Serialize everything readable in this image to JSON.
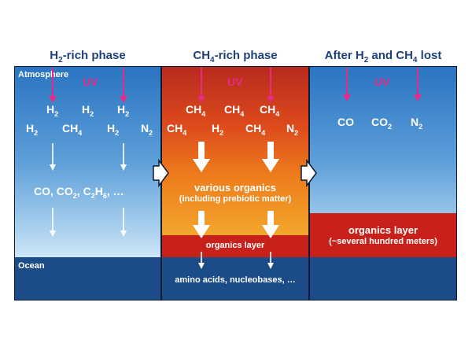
{
  "titles": {
    "phase1": [
      "H",
      "2",
      "-rich phase"
    ],
    "phase2": [
      "CH",
      "4",
      "-rich phase"
    ],
    "phase3": [
      "After H",
      "2",
      " and CH",
      "4",
      " lost"
    ]
  },
  "labels": {
    "atmosphere": "Atmosphere",
    "ocean": "Ocean",
    "uv": "UV"
  },
  "panel1": {
    "row1": [
      [
        "H",
        "2"
      ],
      [
        "H",
        "2"
      ],
      [
        "H",
        "2"
      ]
    ],
    "row2": [
      [
        "H",
        "2"
      ],
      [
        "CH",
        "4"
      ],
      [
        "H",
        "2"
      ],
      [
        "N",
        "2"
      ]
    ],
    "products": [
      "CO, CO",
      "2",
      ", C",
      "2",
      "H",
      "6",
      ", …"
    ]
  },
  "panel2": {
    "row1": [
      [
        "CH",
        "4"
      ],
      [
        "CH",
        "4"
      ],
      [
        "CH",
        "4"
      ]
    ],
    "row2": [
      [
        "CH",
        "4"
      ],
      [
        "H",
        "2"
      ],
      [
        "CH",
        "4"
      ],
      [
        "N",
        "2"
      ]
    ],
    "organics_line1": "various organics",
    "organics_line2": "(including prebiotic matter)",
    "layer": "organics layer",
    "ocean_products": "amino acids, nucleobases, …"
  },
  "panel3": {
    "row1": [
      [
        "CO",
        ""
      ],
      [
        "CO",
        "2"
      ],
      [
        "N",
        "2"
      ]
    ],
    "layer_line1": "organics layer",
    "layer_line2": "(~several hundred meters)"
  },
  "colors": {
    "title": "#1e3f7a",
    "uv": "#e62a86",
    "ocean": "#1c4c88",
    "organics_layer": "#c8211b"
  }
}
